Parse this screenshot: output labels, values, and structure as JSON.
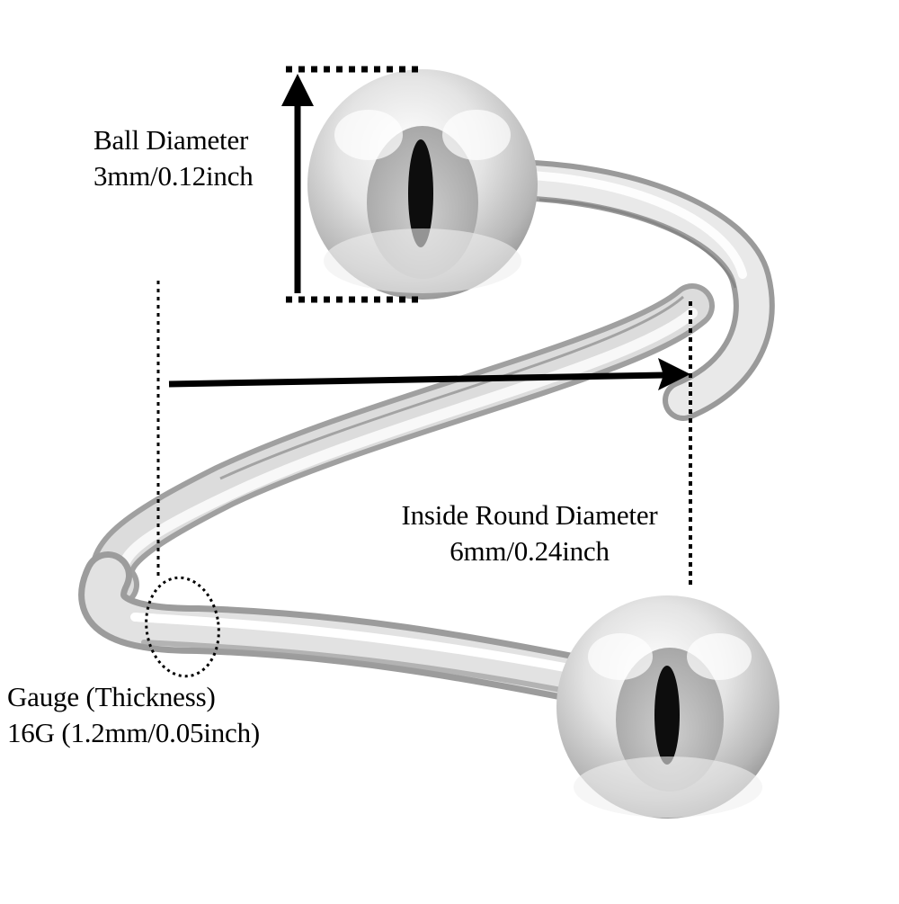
{
  "diagram": {
    "subject": "Spiral barbell body piercing",
    "colors": {
      "background": "#ffffff",
      "annotation": "#000000",
      "metal_light": "#f4f4f4",
      "metal_mid": "#c8c8c8",
      "metal_dark": "#8a8a8a"
    },
    "annotations": {
      "ball": {
        "title": "Ball Diameter",
        "value": "3mm/0.12inch",
        "marker": "vertical-arrow-with-dotted-extents"
      },
      "inside": {
        "title": "Inside Round Diameter",
        "value": "6mm/0.24inch",
        "marker": "horizontal-arrow-between-dotted-verticals"
      },
      "gauge": {
        "title": "Gauge (Thickness)",
        "value": "16G (1.2mm/0.05inch)",
        "marker": "dotted-ellipse"
      }
    }
  }
}
